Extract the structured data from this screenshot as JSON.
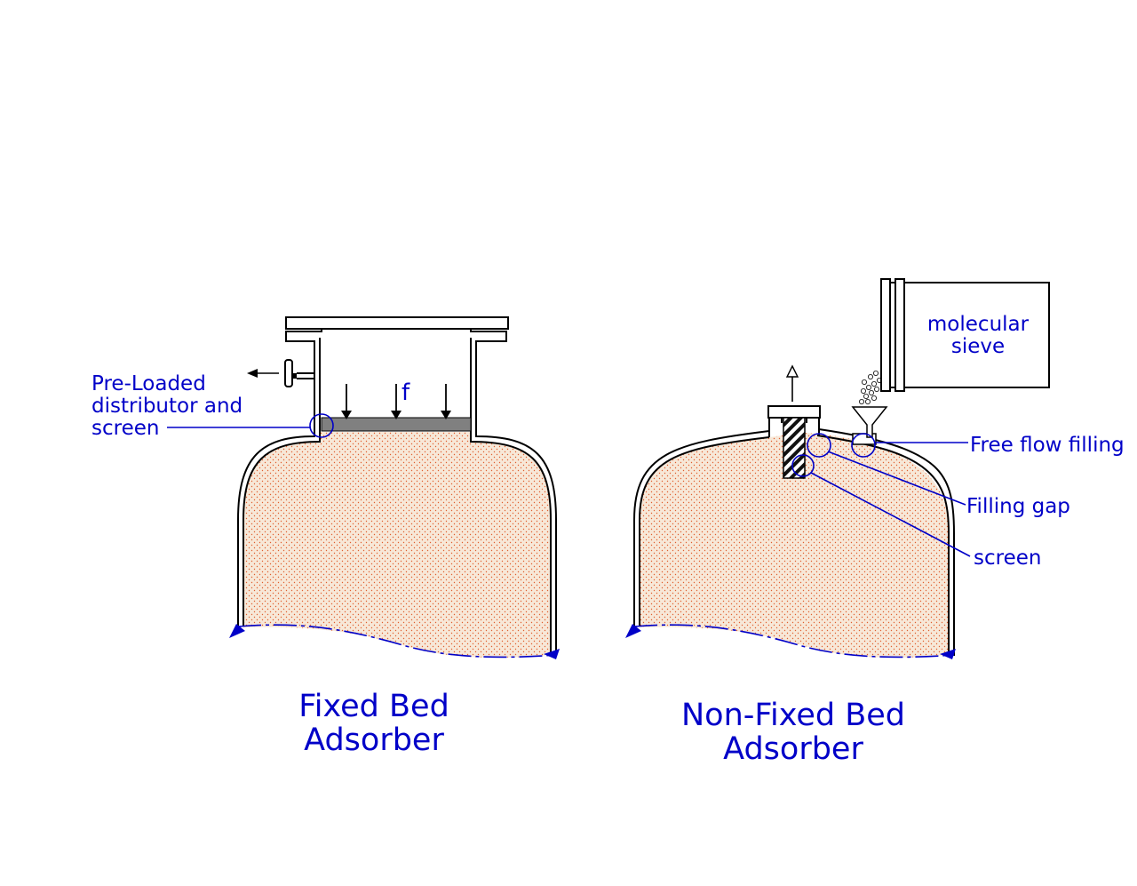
{
  "labels": {
    "preloaded_line1": "Pre-Loaded",
    "preloaded_line2": "distributor and",
    "preloaded_line3": "screen",
    "force": "f",
    "sieve_line1": "molecular",
    "sieve_line2": "sieve",
    "free_flow": "Free flow filling",
    "filling_gap": "Filling gap",
    "screen": "screen",
    "fixed_title_line1": "Fixed Bed",
    "fixed_title_line2": "Adsorber",
    "nonfixed_title_line1": "Non-Fixed Bed",
    "nonfixed_title_line2": "Adsorber"
  },
  "colors": {
    "label_blue": "#0000c8",
    "bed_fill": "#f7e8d8",
    "bed_dots": "#e06030",
    "distributor_plate": "#808080",
    "outline": "#000000"
  },
  "icons": [
    "arrow-left-icon",
    "arrow-up-icon",
    "arrow-down-icon",
    "funnel-icon",
    "sieve-drum-icon",
    "pellet-stream-icon"
  ]
}
